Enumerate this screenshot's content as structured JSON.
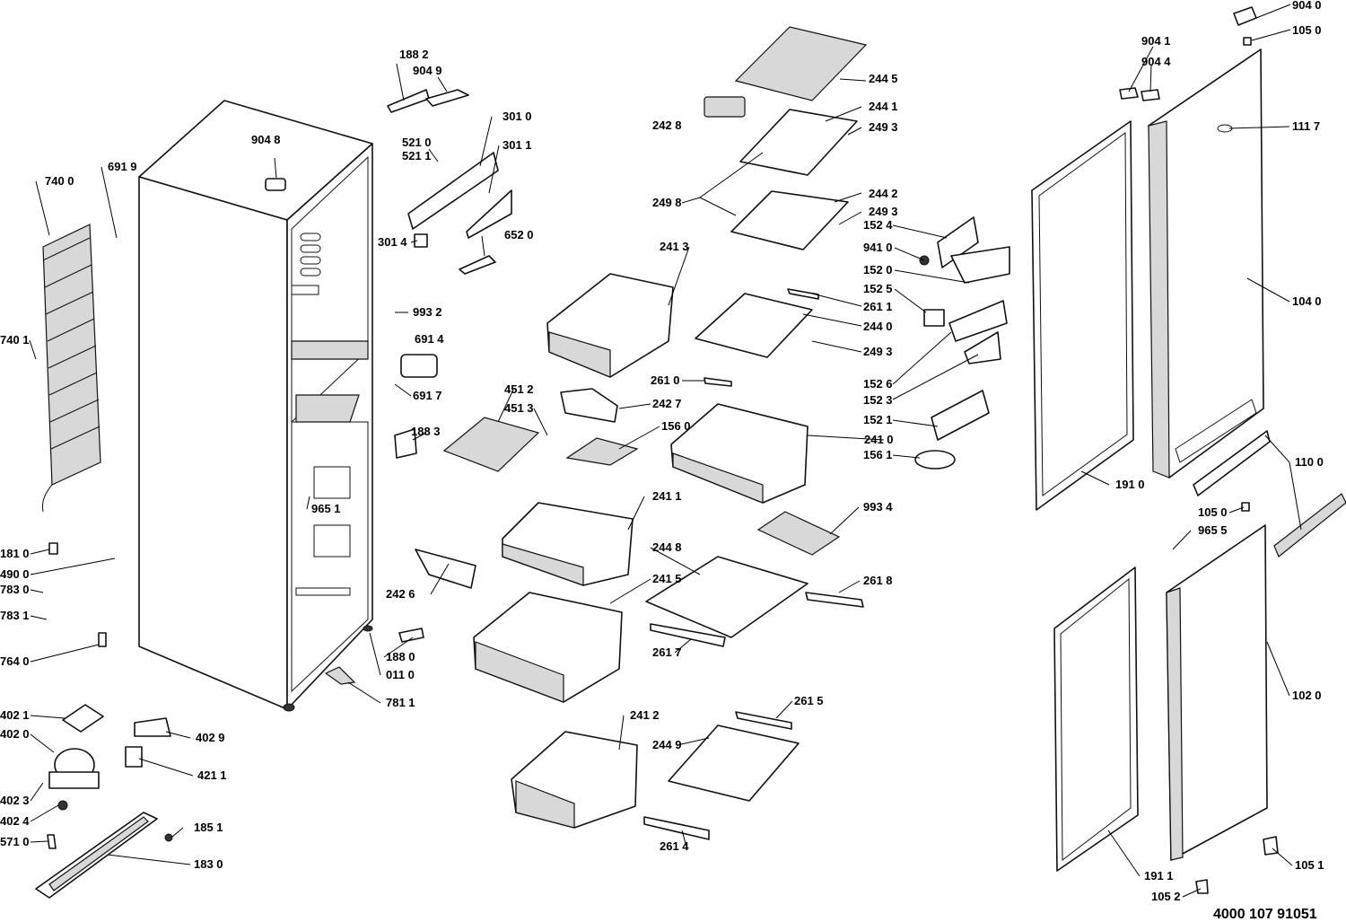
{
  "drawing_number": "4000 107 91051",
  "callouts": [
    {
      "id": "c9040",
      "text": "904 0"
    },
    {
      "id": "c1050a",
      "text": "105 0"
    },
    {
      "id": "c9041",
      "text": "904 1"
    },
    {
      "id": "c9044",
      "text": "904 4"
    },
    {
      "id": "c1117",
      "text": "111 7"
    },
    {
      "id": "c1882",
      "text": "188 2"
    },
    {
      "id": "c9049",
      "text": "904 9"
    },
    {
      "id": "c2445",
      "text": "244 5"
    },
    {
      "id": "c2441",
      "text": "244 1"
    },
    {
      "id": "c2428",
      "text": "242 8"
    },
    {
      "id": "c2493a",
      "text": "249 3"
    },
    {
      "id": "c3010",
      "text": "301 0"
    },
    {
      "id": "c5210",
      "text": "521 0"
    },
    {
      "id": "c5211",
      "text": "521 1"
    },
    {
      "id": "c3011",
      "text": "301 1"
    },
    {
      "id": "c9048",
      "text": "904 8"
    },
    {
      "id": "c6919",
      "text": "691 9"
    },
    {
      "id": "c7400",
      "text": "740 0"
    },
    {
      "id": "c2498",
      "text": "249 8"
    },
    {
      "id": "c2442",
      "text": "244 2"
    },
    {
      "id": "c2493b",
      "text": "249 3"
    },
    {
      "id": "c1524",
      "text": "152 4"
    },
    {
      "id": "c3014",
      "text": "301 4"
    },
    {
      "id": "c6520",
      "text": "652 0"
    },
    {
      "id": "c9410",
      "text": "941 0"
    },
    {
      "id": "c2413",
      "text": "241 3"
    },
    {
      "id": "c1520",
      "text": "152 0"
    },
    {
      "id": "c1040",
      "text": "104 0"
    },
    {
      "id": "c1525",
      "text": "152 5"
    },
    {
      "id": "c2611",
      "text": "261 1"
    },
    {
      "id": "c9932",
      "text": "993 2"
    },
    {
      "id": "c2440",
      "text": "244 0"
    },
    {
      "id": "c7401",
      "text": "740 1"
    },
    {
      "id": "c6914",
      "text": "691 4"
    },
    {
      "id": "c2493c",
      "text": "249 3"
    },
    {
      "id": "c1526",
      "text": "152 6"
    },
    {
      "id": "c2610",
      "text": "261 0"
    },
    {
      "id": "c4512",
      "text": "451 2"
    },
    {
      "id": "c1523",
      "text": "152 3"
    },
    {
      "id": "c6917",
      "text": "691 7"
    },
    {
      "id": "c2427",
      "text": "242 7"
    },
    {
      "id": "c4513",
      "text": "451 3"
    },
    {
      "id": "c1521",
      "text": "152 1"
    },
    {
      "id": "c1560",
      "text": "156 0"
    },
    {
      "id": "c1883",
      "text": "188 3"
    },
    {
      "id": "c2410",
      "text": "241 0"
    },
    {
      "id": "c1561",
      "text": "156 1"
    },
    {
      "id": "c1100",
      "text": "110 0"
    },
    {
      "id": "c1910",
      "text": "191 0"
    },
    {
      "id": "c2411",
      "text": "241 1"
    },
    {
      "id": "c9934",
      "text": "993 4"
    },
    {
      "id": "c9651",
      "text": "965 1"
    },
    {
      "id": "c1050b",
      "text": "105 0"
    },
    {
      "id": "c9655",
      "text": "965 5"
    },
    {
      "id": "c1810",
      "text": "181 0"
    },
    {
      "id": "c2448",
      "text": "244 8"
    },
    {
      "id": "c4900",
      "text": "490 0"
    },
    {
      "id": "c2426",
      "text": "242 6"
    },
    {
      "id": "c7830",
      "text": "783 0"
    },
    {
      "id": "c2415",
      "text": "241 5"
    },
    {
      "id": "c2618",
      "text": "261 8"
    },
    {
      "id": "c7831",
      "text": "783 1"
    },
    {
      "id": "c1880",
      "text": "188 0"
    },
    {
      "id": "c2617",
      "text": "261 7"
    },
    {
      "id": "c7640",
      "text": "764 0"
    },
    {
      "id": "c0110",
      "text": "011 0"
    },
    {
      "id": "c7811",
      "text": "781 1"
    },
    {
      "id": "c1020",
      "text": "102 0"
    },
    {
      "id": "c2412",
      "text": "241 2"
    },
    {
      "id": "c4021",
      "text": "402 1"
    },
    {
      "id": "c2615",
      "text": "261 5"
    },
    {
      "id": "c4020",
      "text": "402 0"
    },
    {
      "id": "c4029",
      "text": "402 9"
    },
    {
      "id": "c2449",
      "text": "244 9"
    },
    {
      "id": "c4211",
      "text": "421 1"
    },
    {
      "id": "c4023",
      "text": "402 3"
    },
    {
      "id": "c4024",
      "text": "402 4"
    },
    {
      "id": "c1851",
      "text": "185 1"
    },
    {
      "id": "c5710",
      "text": "571 0"
    },
    {
      "id": "c1830",
      "text": "183 0"
    },
    {
      "id": "c2614",
      "text": "261 4"
    },
    {
      "id": "c1051",
      "text": "105 1"
    },
    {
      "id": "c1911",
      "text": "191 1"
    },
    {
      "id": "c1052",
      "text": "105 2"
    }
  ]
}
